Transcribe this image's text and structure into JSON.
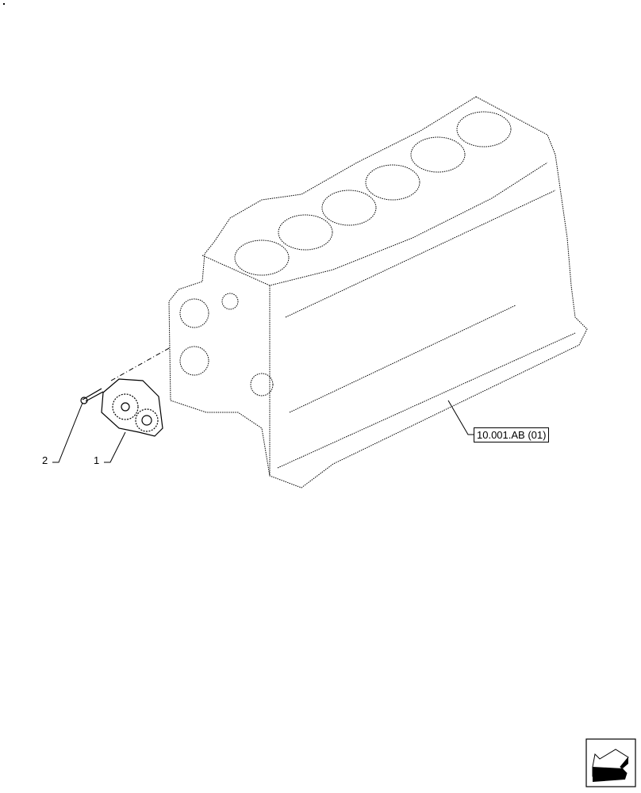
{
  "diagram": {
    "type": "exploded-parts-diagram",
    "subject": "engine block with oil pump",
    "callouts": [
      {
        "id": "1",
        "label": "1",
        "part": "oil pump with gears"
      },
      {
        "id": "2",
        "label": "2",
        "part": "bolt"
      }
    ],
    "reference": {
      "label": "10.001.AB (01)",
      "target": "engine block"
    },
    "navigation": {
      "icon": "back-arrow-icon"
    }
  }
}
